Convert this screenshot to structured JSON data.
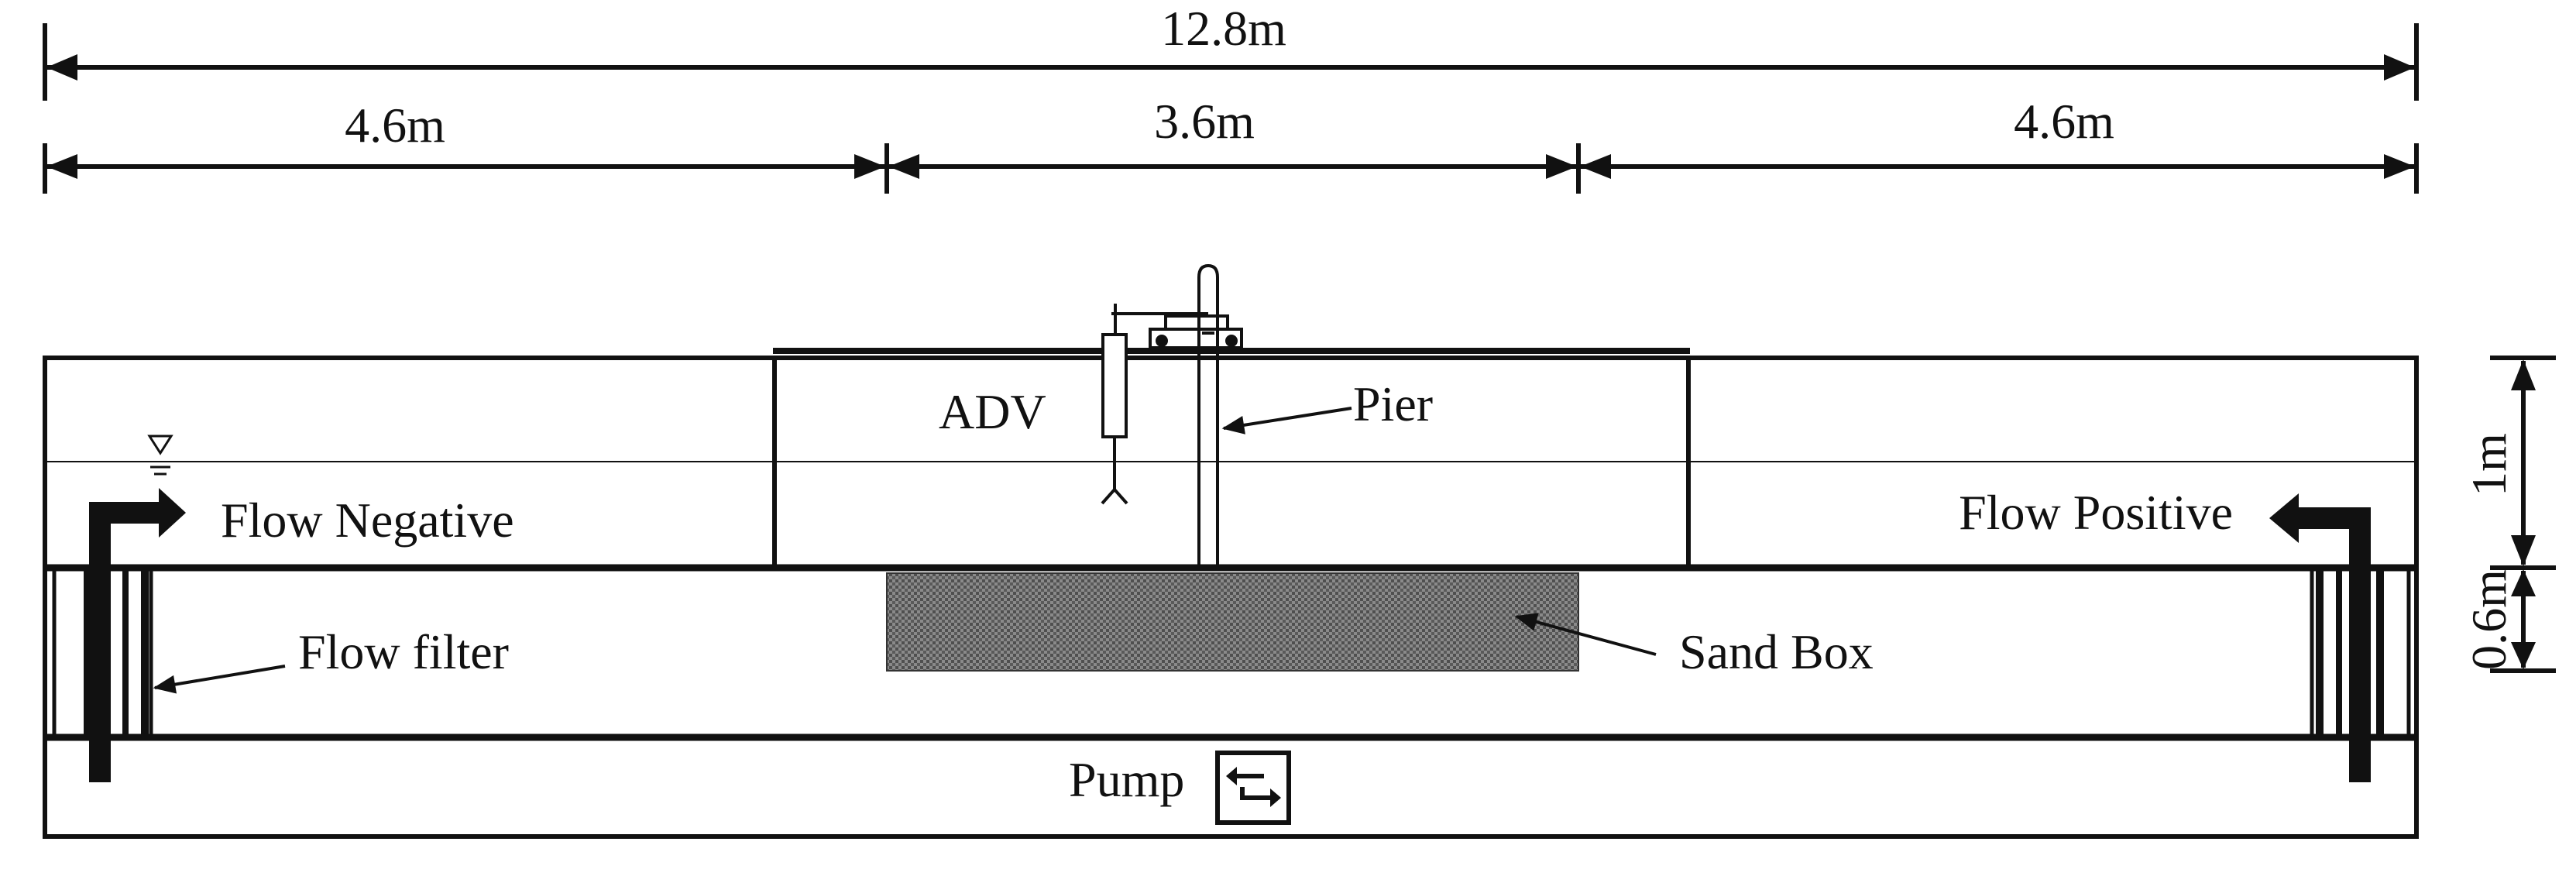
{
  "dimensions": {
    "total": "12.8m",
    "left": "4.6m",
    "middle": "3.6m",
    "right": "4.6m",
    "upper_height": "1m",
    "lower_height": "0.6m"
  },
  "labels": {
    "adv": "ADV",
    "pier": "Pier",
    "flow_negative": "Flow Negative",
    "flow_positive": "Flow Positive",
    "flow_filter": "Flow filter",
    "sand_box": "Sand Box",
    "pump": "Pump"
  },
  "icons": {
    "water_level": "water-level-triangle-icon",
    "pump": "bidirectional-arrows-icon",
    "flow_direction": "bent-arrow-icon"
  },
  "colors": {
    "line": "#111111",
    "sand": "#6e6e6e",
    "background": "#ffffff"
  }
}
